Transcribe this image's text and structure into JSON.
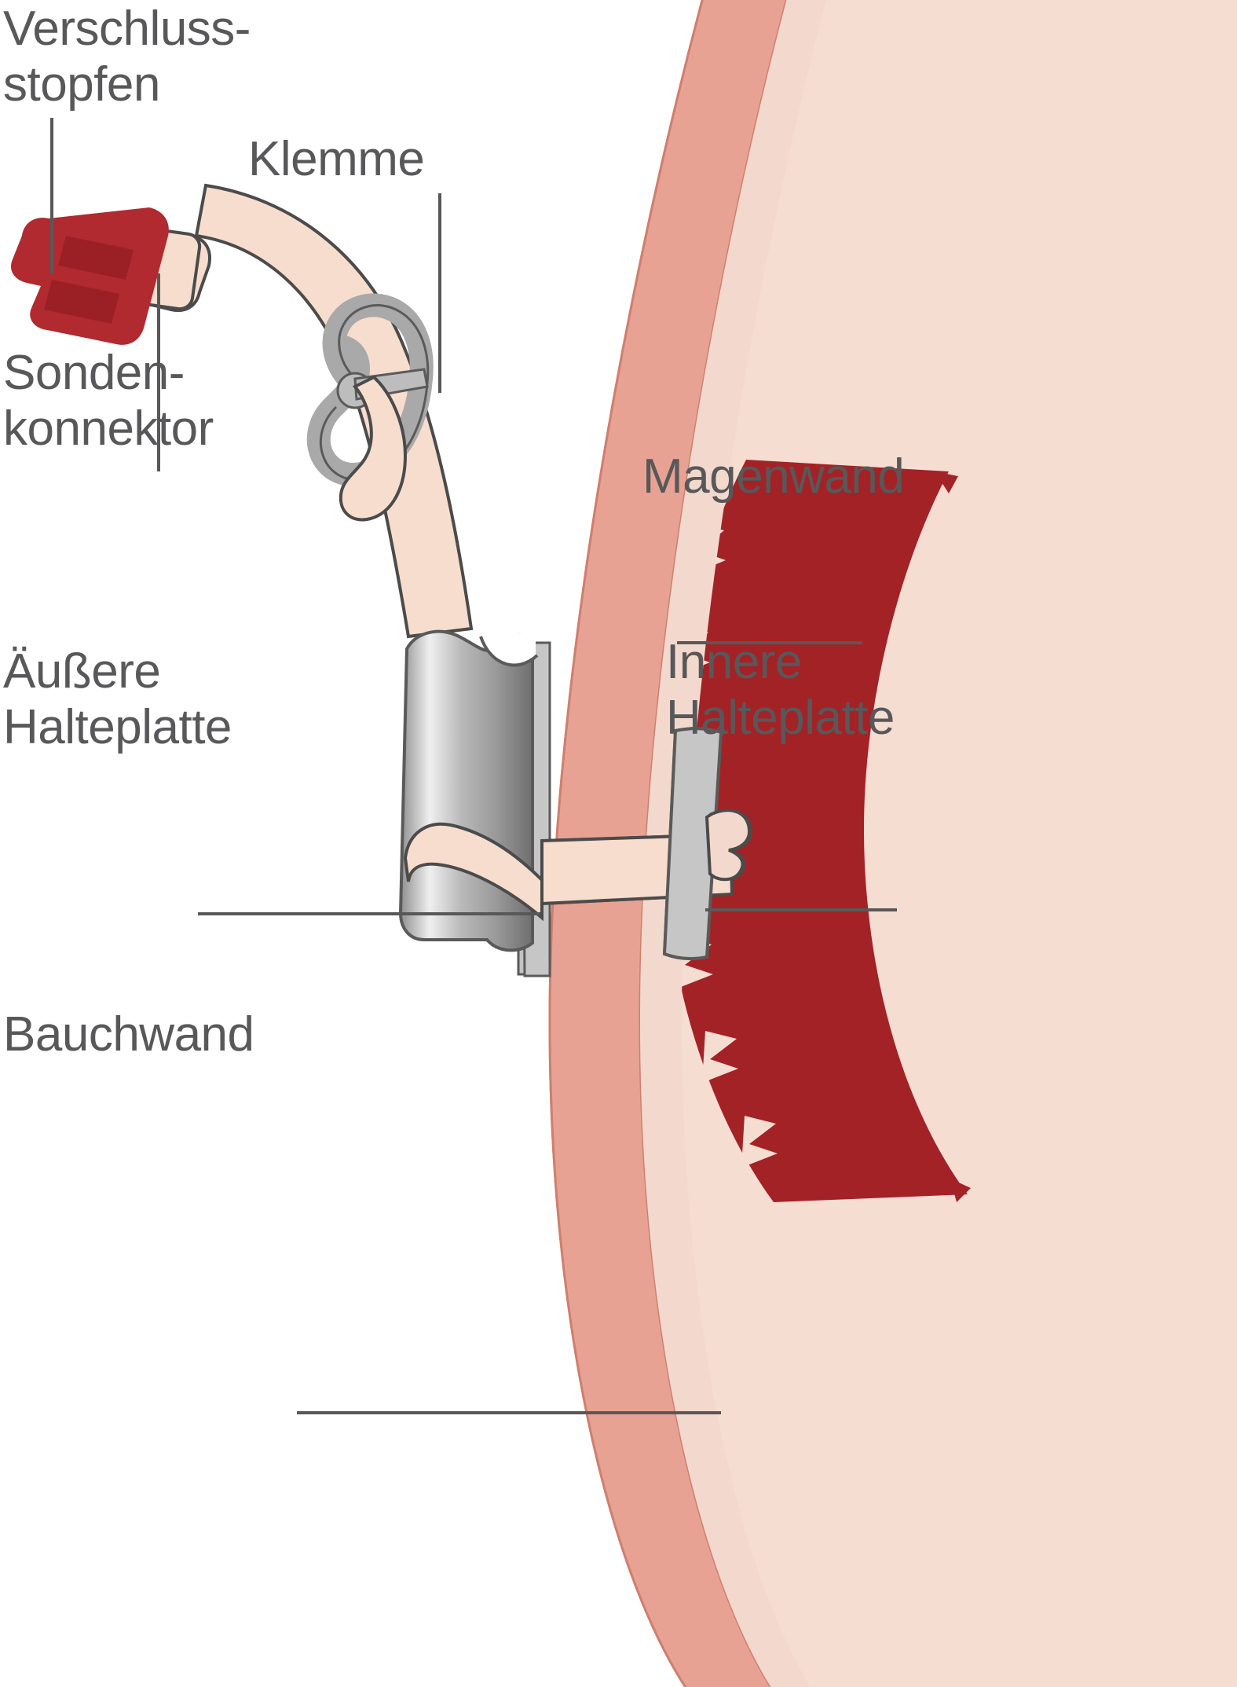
{
  "diagram": {
    "title": "PEG-Sonde Schema",
    "language": "de",
    "background_color": "#ffffff",
    "text_color": "#58585a"
  },
  "labels": {
    "verschlussstopfen": {
      "line1": "Verschluss-",
      "line2": "stopfen"
    },
    "klemme": {
      "line1": "Klemme"
    },
    "sondenkonnektor": {
      "line1": "Sonden-",
      "line2": "konnektor"
    },
    "magenwand": {
      "line1": "Magenwand"
    },
    "aeussere_halteplatte": {
      "line1": "Äußere",
      "line2": "Halteplatte"
    },
    "innere_halteplatte": {
      "line1": "Innere",
      "line2": "Halteplatte"
    },
    "bauchwand": {
      "line1": "Bauchwand"
    }
  },
  "colors": {
    "skin_outer": "#e8a293",
    "skin_inner": "#f3d9cd",
    "abdomen_fill": "#f5ddd2",
    "tube_fill": "#f7ddcd",
    "tube_stroke": "#4b4b4b",
    "cap_red": "#b02a30",
    "cap_red_dark": "#9b2026",
    "plate_grey": "#c3c3c3",
    "clamp_grey": "#bfbfbf",
    "metal_light": "#f0f0f0",
    "metal_mid": "#9d9d9d",
    "metal_dark": "#6e6e6e",
    "stomach_wall_red": "#a32226",
    "leader_line": "#58585a"
  },
  "parts": [
    {
      "id": "verschlussstopfen",
      "name": "Verschlussstopfen",
      "kind": "closure-plug"
    },
    {
      "id": "sondenkonnektor",
      "name": "Sondenkonnektor",
      "kind": "tube-connector"
    },
    {
      "id": "klemme",
      "name": "Klemme",
      "kind": "clamp"
    },
    {
      "id": "aeussere-halteplatte",
      "name": "Äußere Halteplatte",
      "kind": "external-retention-plate"
    },
    {
      "id": "innere-halteplatte",
      "name": "Innere Halteplatte",
      "kind": "internal-retention-plate"
    },
    {
      "id": "magenwand",
      "name": "Magenwand",
      "kind": "stomach-wall"
    },
    {
      "id": "bauchwand",
      "name": "Bauchwand",
      "kind": "abdominal-wall"
    }
  ]
}
